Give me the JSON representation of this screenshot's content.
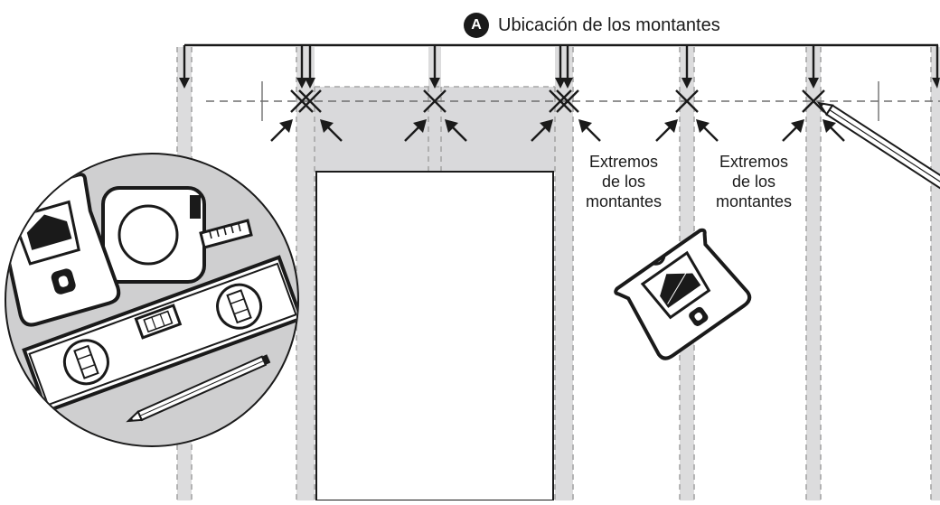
{
  "diagram": {
    "badge_letter": "A",
    "title": "Ubicación de los montantes",
    "labels": [
      {
        "line1": "Extremos",
        "line2": "de los",
        "line3": "montantes"
      },
      {
        "line1": "Extremos",
        "line2": "de los",
        "line3": "montantes"
      }
    ],
    "colors": {
      "ink": "#1a1a1a",
      "stud_fill": "#dcdcdd",
      "door_fill": "#d9d9db",
      "circle_fill": "#cfcfd0",
      "dash": "#a6a6a6"
    },
    "icons": [
      "stud-finder-icon",
      "tape-measure-icon",
      "level-icon",
      "pencil-icon",
      "arrow-icon",
      "x-mark-icon"
    ]
  }
}
